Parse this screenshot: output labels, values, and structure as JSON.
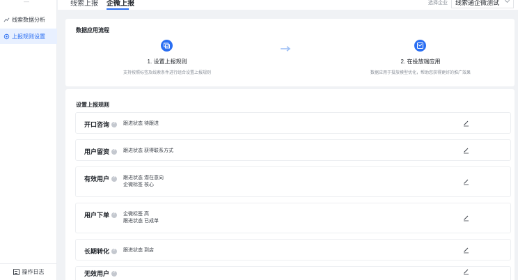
{
  "sidebar": {
    "items": [
      {
        "label": "线索数据分析",
        "icon": "chart-icon"
      },
      {
        "label": "上报规则设置",
        "icon": "settings-icon"
      }
    ],
    "bottom": {
      "label": "操作日志",
      "icon": "log-icon"
    }
  },
  "topbar": {
    "tabs": [
      {
        "label": "线索上报"
      },
      {
        "label": "企微上报"
      }
    ],
    "enterprise_label": "选择企业",
    "enterprise_value": "线索通企微测试"
  },
  "flow": {
    "title": "数据应用流程",
    "steps": [
      {
        "title": "1. 设置上报规则",
        "desc": "支持按照标签及线索条件进行组合设置上报规则",
        "icon": "report-icon"
      },
      {
        "title": "2. 在投放端应用",
        "desc": "数据应用于投放模型优化，帮助您获得更好的推广效果",
        "icon": "deploy-icon"
      }
    ]
  },
  "rules": {
    "title": "设置上报规则",
    "items": [
      {
        "name": "开口咨询",
        "lines": [
          "跟进状态 待跟进"
        ]
      },
      {
        "name": "用户留资",
        "lines": [
          "跟进状态 获得联系方式"
        ]
      },
      {
        "name": "有效用户",
        "lines": [
          "跟进状态 潜在意向",
          "企微标签 核心"
        ]
      },
      {
        "name": "用户下单",
        "lines": [
          "企微标签 高",
          "跟进状态 已成单"
        ]
      },
      {
        "name": "长期转化",
        "lines": [
          "跟进状态 到店"
        ]
      },
      {
        "name": "无效用户",
        "lines": []
      }
    ]
  },
  "colors": {
    "accent": "#2b6ff2",
    "background": "#f0f2f5"
  }
}
